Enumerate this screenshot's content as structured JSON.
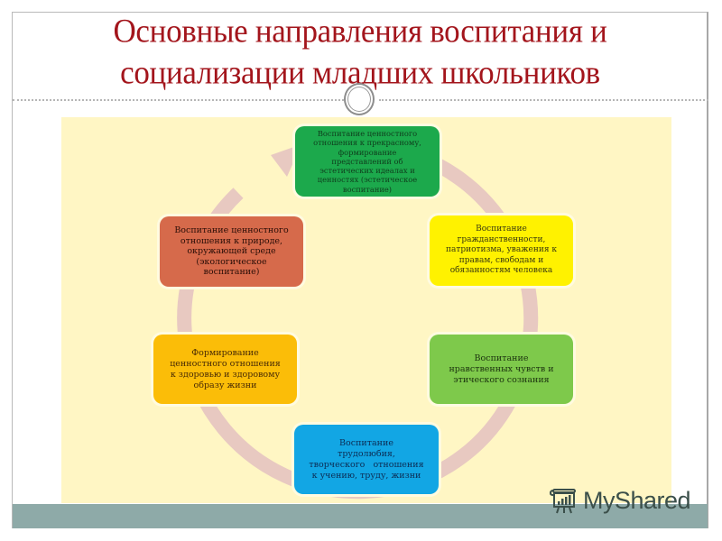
{
  "slide": {
    "title_lines": [
      "Основные направления воспитания и",
      "социализации младших школьников"
    ],
    "colors": {
      "title": "#a3151c",
      "panel": "#fff6c4",
      "footer": "#8eaaa8",
      "ring": "#e8c9c1"
    }
  },
  "diagram": {
    "type": "cycle",
    "nodes": [
      {
        "id": "aesthetic",
        "position": "top",
        "color": "#1ca94c",
        "lines": [
          "Воспитание ценностного",
          "отношения  к прекрасному,",
          "формирование",
          "представлений об",
          "эстетических идеалах и",
          "ценностях (эстетическое",
          "воспитание)"
        ]
      },
      {
        "id": "civic",
        "position": "upper-right",
        "color": "#fff200",
        "lines": [
          "Воспитание",
          "гражданственности,",
          "патриотизма, уважения к",
          "правам, свободам и",
          "обязанностям человека"
        ]
      },
      {
        "id": "moral",
        "position": "lower-right",
        "color": "#7ec94b",
        "lines": [
          "Воспитание",
          "нравственных чувств и",
          "этического сознания"
        ]
      },
      {
        "id": "labor",
        "position": "bottom",
        "color": "#12a6e4",
        "lines": [
          "Воспитание",
          "трудолюбия,",
          "творческого   отношения",
          "к учению, труду, жизни"
        ]
      },
      {
        "id": "health",
        "position": "lower-left",
        "color": "#fbbd08",
        "lines": [
          "Формирование",
          "ценностного отношения",
          "к здоровью и здоровому",
          "образу жизни"
        ]
      },
      {
        "id": "ecology",
        "position": "upper-left",
        "color": "#d66a4b",
        "lines": [
          "Воспитание ценностного",
          "отношения к природе,",
          "окружающей среде",
          "(экологическое",
          "воспитание)"
        ]
      }
    ]
  },
  "watermark": {
    "icon": "presentation-chart-icon",
    "text": "MyShared"
  }
}
